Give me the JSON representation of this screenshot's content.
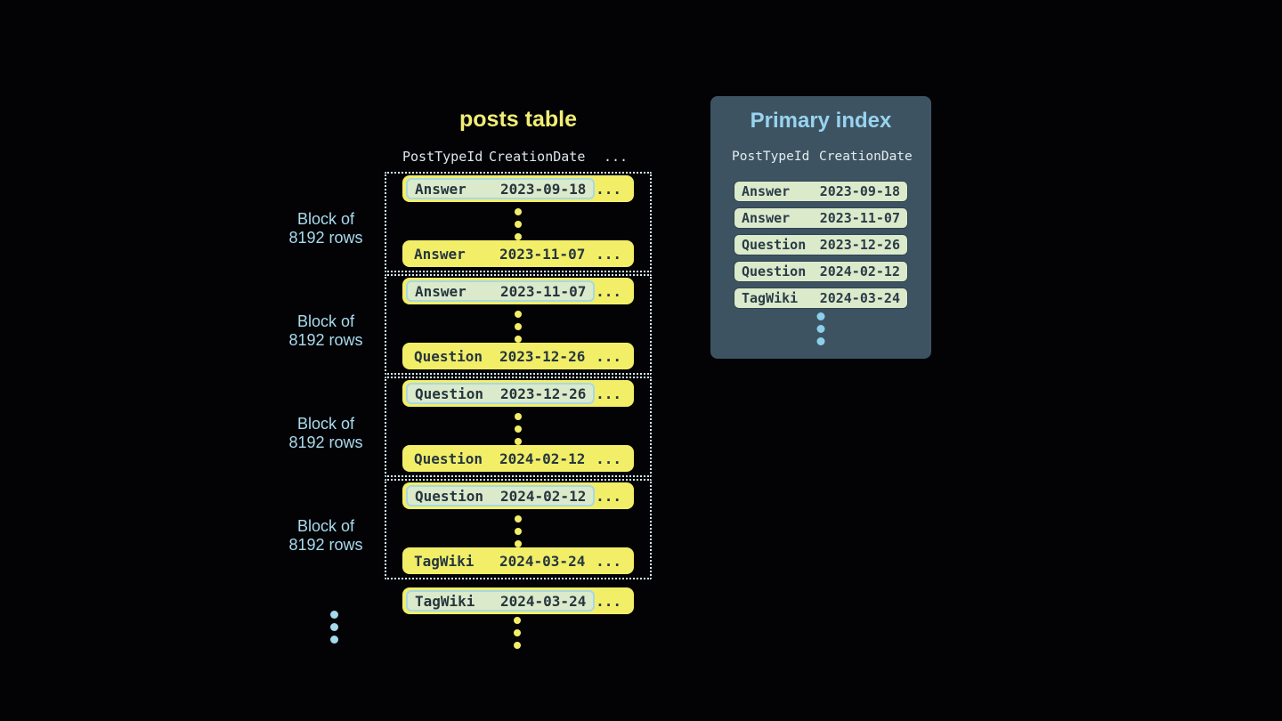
{
  "colors": {
    "background": "#030306",
    "row_yellow": "#f2ee68",
    "highlight_green": "#dbeacb",
    "highlight_border_blue": "#a8d8e6",
    "dark_text": "#26363f",
    "light_blue_text": "#a9dbee",
    "panel_background": "#3d5361",
    "panel_title_blue": "#98d3ef",
    "dotted_border": "#d4eaf4"
  },
  "posts_table": {
    "title": "posts table",
    "headers": {
      "col1": "PostTypeId",
      "col2": "CreationDate",
      "ellipsis": "..."
    },
    "block_label": {
      "line1": "Block of",
      "line2": "8192 rows"
    },
    "row_ellipsis": "...",
    "blocks": [
      {
        "first": {
          "type": "Answer",
          "date": "2023-09-18"
        },
        "last": {
          "type": "Answer",
          "date": "2023-11-07"
        }
      },
      {
        "first": {
          "type": "Answer",
          "date": "2023-11-07"
        },
        "last": {
          "type": "Question",
          "date": "2023-12-26"
        }
      },
      {
        "first": {
          "type": "Question",
          "date": "2023-12-26"
        },
        "last": {
          "type": "Question",
          "date": "2024-02-12"
        }
      },
      {
        "first": {
          "type": "Question",
          "date": "2024-02-12"
        },
        "last": {
          "type": "TagWiki",
          "date": "2024-03-24"
        }
      }
    ],
    "overflow_row": {
      "type": "TagWiki",
      "date": "2024-03-24"
    }
  },
  "primary_index": {
    "title": "Primary index",
    "headers": {
      "col1": "PostTypeId",
      "col2": "CreationDate"
    },
    "rows": [
      {
        "type": "Answer",
        "date": "2023-09-18"
      },
      {
        "type": "Answer",
        "date": "2023-11-07"
      },
      {
        "type": "Question",
        "date": "2023-12-26"
      },
      {
        "type": "Question",
        "date": "2024-02-12"
      },
      {
        "type": "TagWiki",
        "date": "2024-03-24"
      }
    ]
  }
}
